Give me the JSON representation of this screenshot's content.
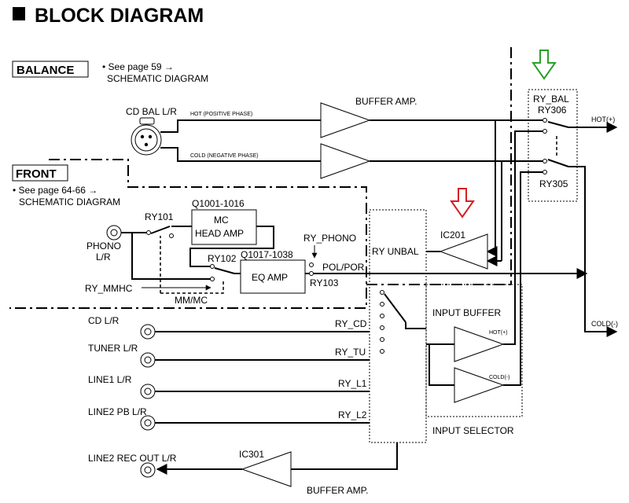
{
  "title": "BLOCK DIAGRAM",
  "sections": {
    "balance": {
      "header": "BALANCE",
      "note_line1": "• See page 59 →",
      "note_line2": "SCHEMATIC DIAGRAM"
    },
    "front": {
      "header": "FRONT",
      "note_line1": "• See page 64-66 →",
      "note_line2": "SCHEMATIC DIAGRAM"
    }
  },
  "labels": {
    "cd_bal": "CD BAL L/R",
    "hot_positive": "HOT (POSITIVE PHASE)",
    "cold_negative": "COLD (NEGATIVE PHASE)",
    "buffer_amp_top": "BUFFER AMP.",
    "buffer_amp_bottom": "BUFFER AMP.",
    "ry_bal": "RY_BAL",
    "ry306": "RY306",
    "ry305": "RY305",
    "hot_out": "HOT(+)",
    "cold_out": "COLD(-)",
    "ic201": "IC201",
    "ry_unbal": "RY UNBAL",
    "pol_por": "POL/POR",
    "ry101": "RY101",
    "q1001": "Q1001-1016",
    "mc_head_line1": "MC",
    "mc_head_line2": "HEAD AMP",
    "phono_line1": "PHONO",
    "phono_line2": "L/R",
    "ry102": "RY102",
    "q1017": "Q1017-1038",
    "eq_amp": "EQ AMP",
    "ry_phono": "RY_PHONO",
    "ry103": "RY103",
    "ry_mmhc": "RY_MMHC",
    "mm_mc": "MM/MC",
    "input_buffer": "INPUT BUFFER",
    "hot_plus_small": "HOT(+)",
    "cold_minus_small": "COLD(-)",
    "input_selector": "INPUT SELECTOR",
    "ic301": "IC301",
    "line2_rec_out": "LINE2 REC OUT L/R"
  },
  "inputs": [
    {
      "name": "CD L/R",
      "relay": "RY_CD"
    },
    {
      "name": "TUNER  L/R",
      "relay": "RY_TU"
    },
    {
      "name": "LINE1  L/R",
      "relay": "RY_L1"
    },
    {
      "name": "LINE2 PB  L/R",
      "relay": "RY_L2"
    }
  ],
  "colors": {
    "green_arrow": "#2aa02a",
    "red_arrow": "#d62020"
  }
}
